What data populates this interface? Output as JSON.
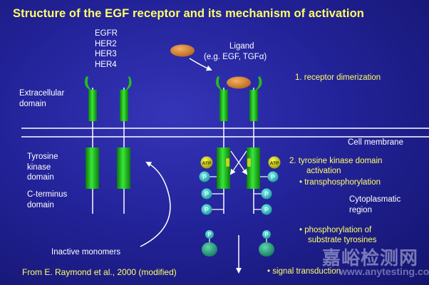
{
  "title": "Structure of the EGF receptor and its mechanism of activation",
  "receptors": [
    "EGFR",
    "HER2",
    "HER3",
    "HER4"
  ],
  "ligand": {
    "line1": "Ligand",
    "line2": "(e.g. EGF, TGFα)"
  },
  "left_labels": {
    "extracellular": [
      "Extracellular",
      "domain"
    ],
    "tyrosine_kinase": [
      "Tyrosine",
      "kinase",
      "domain"
    ],
    "c_terminus": [
      "C-terminus",
      "domain"
    ],
    "inactive": "Inactive monomers"
  },
  "cell_membrane": "Cell membrane",
  "cytoplasmatic": [
    "Cytoplasmatic",
    "region"
  ],
  "steps": {
    "dimerization": "1. receptor dimerization",
    "tk_line1": "2. tyrosine kinase domain",
    "tk_line2": "activation",
    "transphos": "• transphosphorylation",
    "substrate_line1": "• phosphorylation of",
    "substrate_line2": "substrate tyrosines",
    "signal": "• signal transduction"
  },
  "atp_label": "ATP",
  "phospho_label": "P",
  "citation": "From E. Raymond et al., 2000 (modified)",
  "watermark": {
    "main": "嘉峪检测网",
    "url": "www.anytesting.com"
  },
  "colors": {
    "background": "#2323a0",
    "title": "#ffff66",
    "receptor": "#22cc22",
    "ligand": "#e08a2a",
    "phosphate": "#33cccc",
    "atp": "#c8c800"
  }
}
